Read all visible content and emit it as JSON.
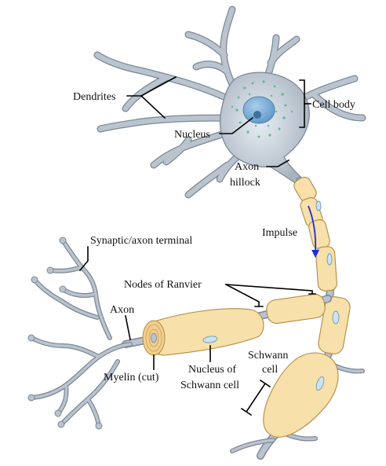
{
  "labels": {
    "dendrites": "Dendrites",
    "cell_body": "Cell body",
    "nucleus": "Nucleus",
    "axon_hillock_1": "Axon",
    "axon_hillock_2": "hillock",
    "impulse": "Impulse",
    "synaptic_terminal": "Synaptic/axon terminal",
    "nodes_of_ranvier": "Nodes of Ranvier",
    "axon": "Axon",
    "myelin_cut": "Myelin (cut)",
    "nucleus_schwann_1": "Nucleus of",
    "nucleus_schwann_2": "Schwann cell",
    "schwann_cell_1": "Schwann",
    "schwann_cell_2": "cell"
  },
  "colors": {
    "neuron_fill": "#b9c4cf",
    "neuron_edge": "#7c8895",
    "myelin_fill": "#f7e0a9",
    "myelin_edge": "#b58a45",
    "nucleus_fill": "#7fb3de",
    "granules": "#5fb88a",
    "impulse_arrow": "#1f2fd6",
    "label_text": "#111111"
  }
}
